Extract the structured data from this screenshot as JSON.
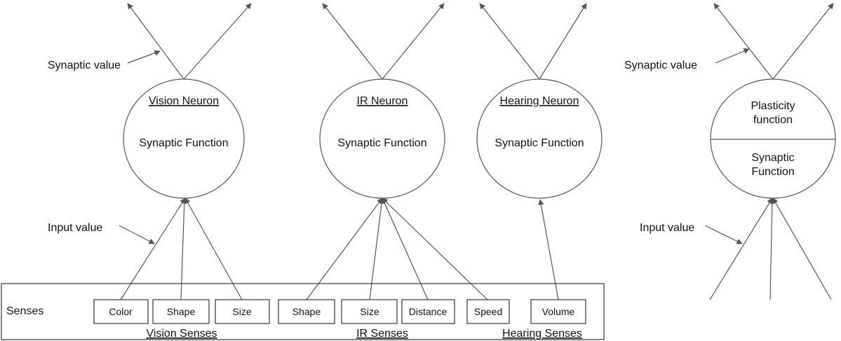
{
  "annotations": {
    "synaptic_value": "Synaptic value",
    "input_value": "Input value",
    "senses": "Senses"
  },
  "neurons": {
    "vision": {
      "title": "Vision Neuron",
      "function": "Synaptic Function"
    },
    "ir": {
      "title": "IR Neuron",
      "function": "Synaptic Function"
    },
    "hearing": {
      "title": "Hearing Neuron",
      "function": "Synaptic Function"
    },
    "plastic": {
      "top_line1": "Plasticity",
      "top_line2": "function",
      "bottom_line1": "Synaptic",
      "bottom_line2": "Function"
    }
  },
  "sense_boxes": [
    "Color",
    "Shape",
    "Size",
    "Shape",
    "Size",
    "Distance",
    "Speed",
    "Volume"
  ],
  "sense_groups": [
    "Vision Senses",
    "IR Senses",
    "Hearing Senses"
  ],
  "colors": {
    "stroke": "#555555",
    "box_stroke": "#333333",
    "text": "#111111"
  }
}
